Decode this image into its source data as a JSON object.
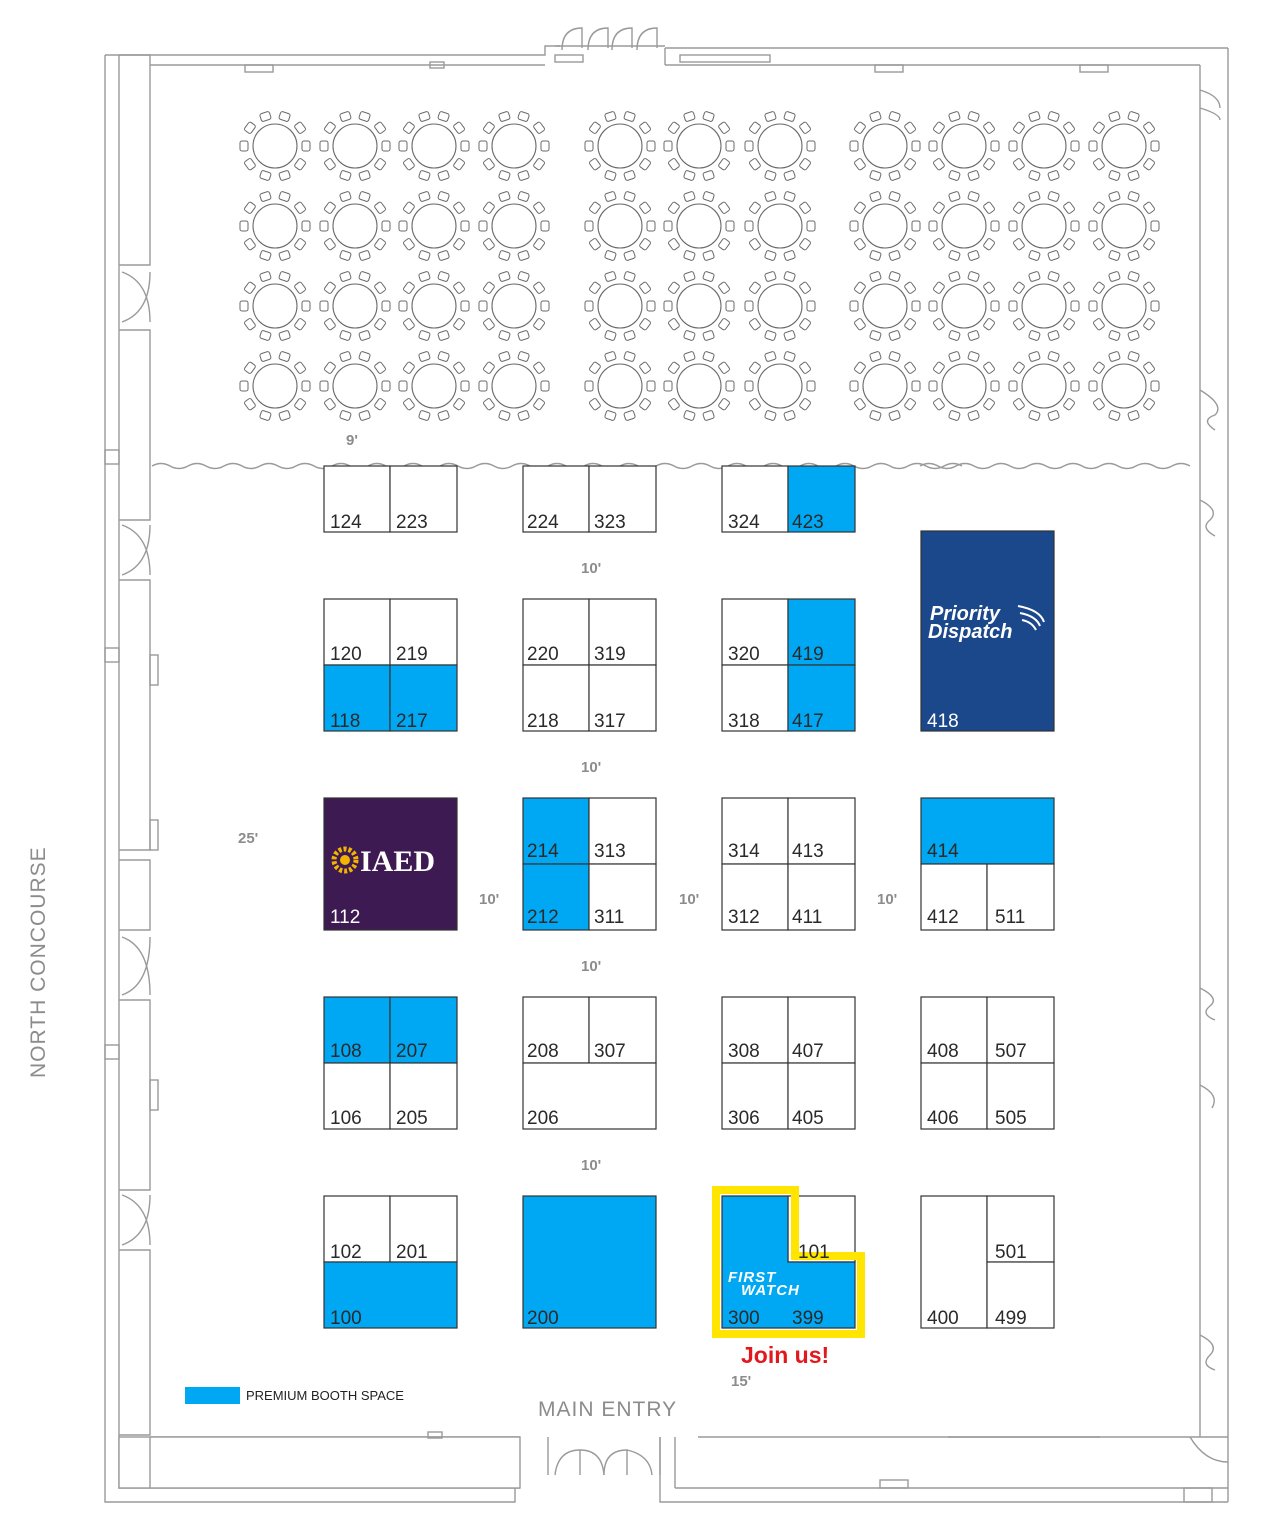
{
  "labels": {
    "north_concourse": "NORTH CONCOURSE",
    "main_entry": "MAIN ENTRY",
    "join_us": "Join us!",
    "legend": "PREMIUM BOOTH SPACE"
  },
  "colors": {
    "premium": "#00a8f3",
    "priority_dispatch": "#1b478b",
    "iaed": "#3e1a52",
    "highlight": "#ffe500",
    "join_us": "#e3181e",
    "wall": "#9a9a9a"
  },
  "dimensions": {
    "top_aisle": "9'",
    "aisle_1": "10'",
    "aisle_2": "10'",
    "aisle_3": "10'",
    "aisle_4": "10'",
    "side_aisle": "25'",
    "col_gap_1": "10'",
    "col_gap_2": "10'",
    "col_gap_3": "10'",
    "entry_gap": "15'"
  },
  "logos": {
    "priority_line1": "Priority",
    "priority_line2": "Dispatch",
    "iaed": "IAED",
    "firstwatch_line1": "FIRST",
    "firstwatch_line2": "WATCH"
  },
  "booths": {
    "124": "124",
    "223": "223",
    "224": "224",
    "323": "323",
    "324": "324",
    "423": "423",
    "120": "120",
    "219": "219",
    "118": "118",
    "217": "217",
    "220": "220",
    "319": "319",
    "218": "218",
    "317": "317",
    "320": "320",
    "419": "419",
    "318": "318",
    "417": "417",
    "418": "418",
    "112": "112",
    "214": "214",
    "313": "313",
    "212": "212",
    "311": "311",
    "314": "314",
    "413": "413",
    "312": "312",
    "411": "411",
    "414": "414",
    "412": "412",
    "511": "511",
    "108": "108",
    "207": "207",
    "106": "106",
    "205": "205",
    "208": "208",
    "307": "307",
    "206": "206",
    "308": "308",
    "407": "407",
    "306": "306",
    "405": "405",
    "408": "408",
    "507": "507",
    "406": "406",
    "505": "505",
    "102": "102",
    "201": "201",
    "100": "100",
    "200": "200",
    "101": "101",
    "300": "300",
    "399": "399",
    "501": "501",
    "400": "400",
    "499": "499"
  }
}
